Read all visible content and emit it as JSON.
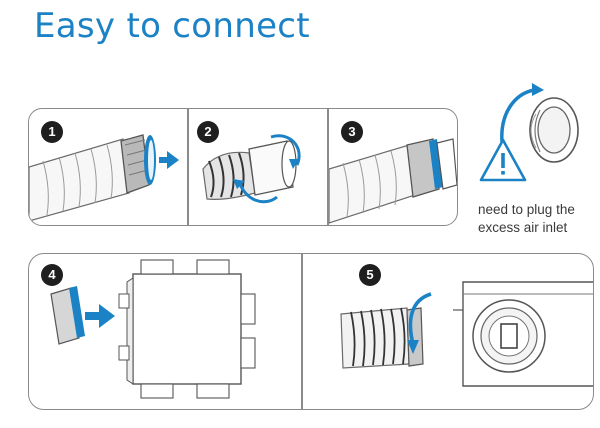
{
  "title": "Easy to connect",
  "steps": [
    {
      "number": "1"
    },
    {
      "number": "2"
    },
    {
      "number": "3"
    },
    {
      "number": "4"
    },
    {
      "number": "5"
    }
  ],
  "note": "need to plug the excess air inlet",
  "colors": {
    "accent": "#1b82c5",
    "outline": "#8a8a8a",
    "badge": "#1f1f1f"
  },
  "icons": [
    "warning-icon",
    "rotate-arrow-icon",
    "push-arrow-icon"
  ]
}
